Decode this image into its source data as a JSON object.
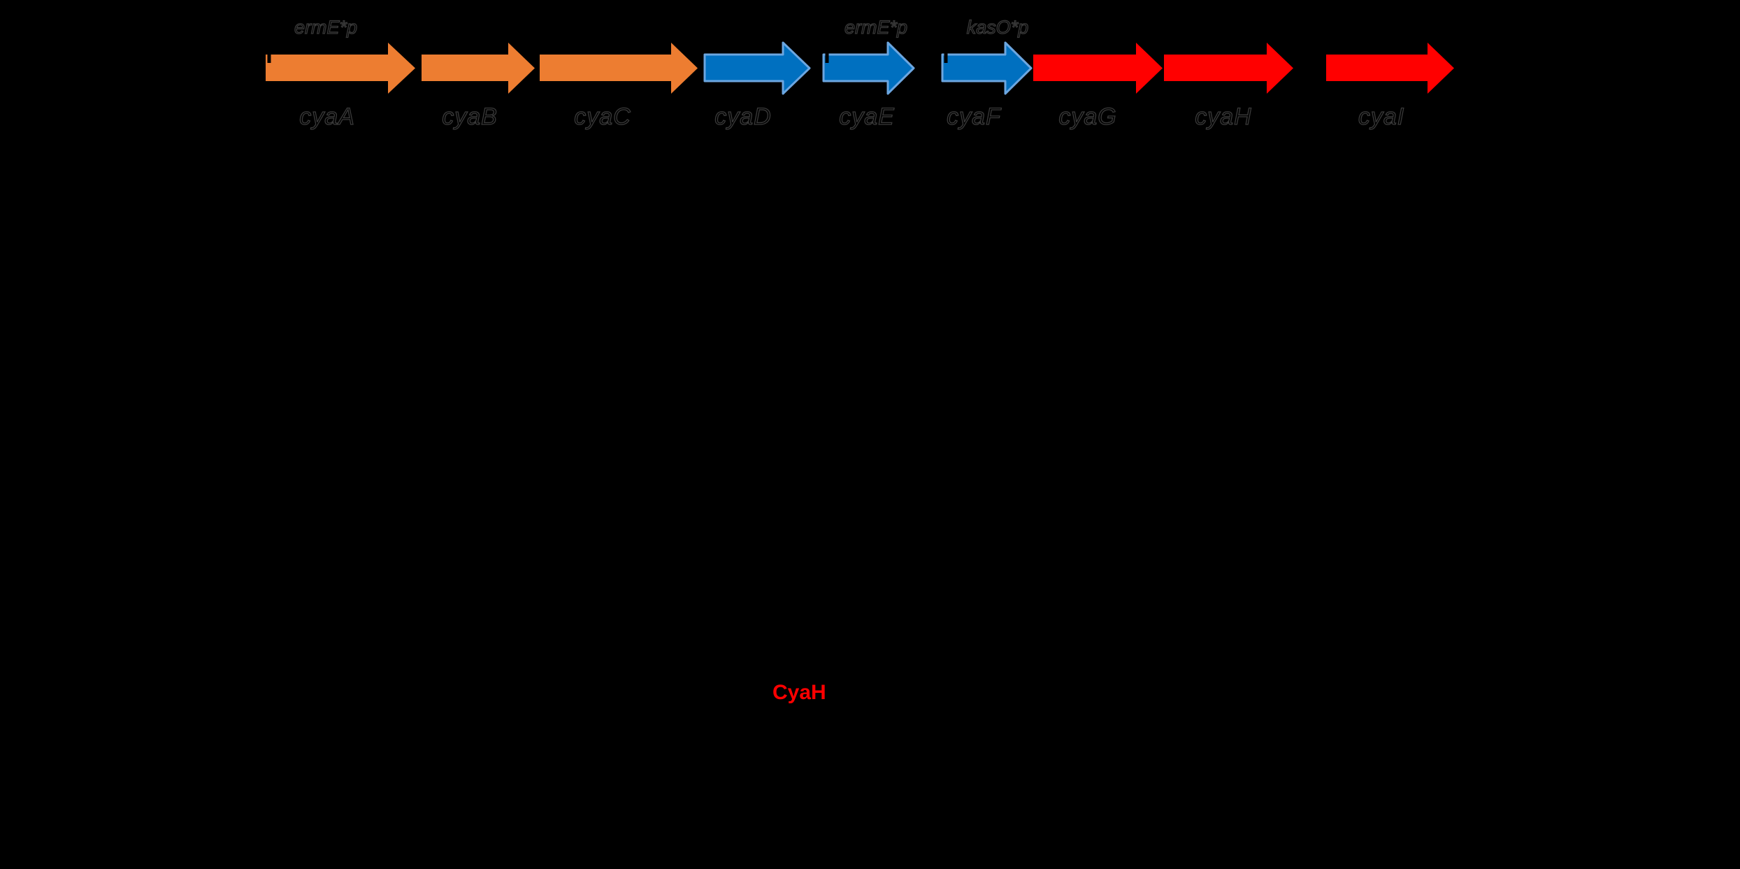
{
  "figure": {
    "genes": [
      {
        "label": "cyaA",
        "group": "orange"
      },
      {
        "label": "cyaB",
        "group": "orange"
      },
      {
        "label": "cyaC",
        "group": "orange"
      },
      {
        "label": "cyaD",
        "group": "blue"
      },
      {
        "label": "cyaE",
        "group": "blue"
      },
      {
        "label": "cyaF",
        "group": "blue"
      },
      {
        "label": "cyaG",
        "group": "red"
      },
      {
        "label": "cyaH",
        "group": "red"
      },
      {
        "label": "cyaI",
        "group": "red"
      }
    ],
    "promoter_labels": [
      {
        "text": "ermE*p",
        "target_gene": "cyaA"
      },
      {
        "text": "ermE*p",
        "target_gene": "cyaE"
      },
      {
        "text": "kasO*p",
        "target_gene": "cyaF"
      }
    ],
    "enzyme_annotation": {
      "text": "CyaH",
      "color": "#FF0000"
    },
    "colors": {
      "background": "#000000",
      "orange": "#ED7D31",
      "blue": "#0070C0",
      "blue_border": "#6CA6E0",
      "red": "#FF0000",
      "figure_text": "#000000"
    }
  }
}
